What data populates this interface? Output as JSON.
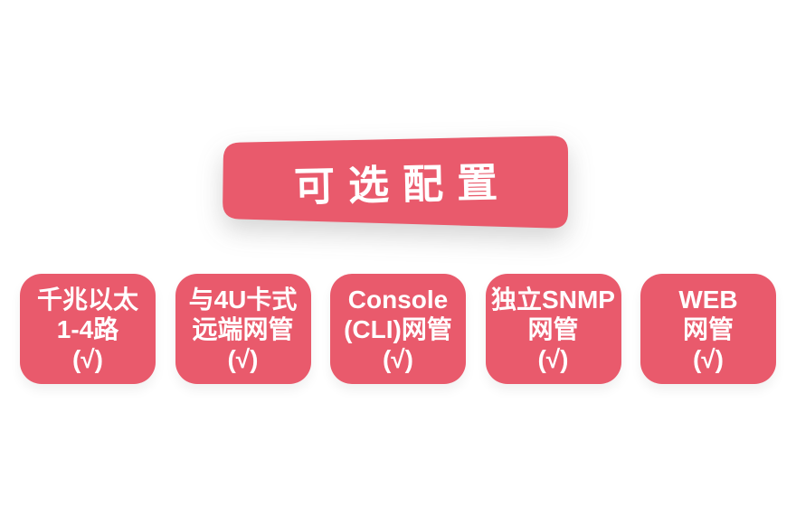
{
  "colors": {
    "accent": "#E95A6C",
    "text-on-accent": "#FFFFFF",
    "background": "#FFFFFF"
  },
  "banner": {
    "title": "可选配置"
  },
  "cards": [
    {
      "name": "gigabit-ethernet",
      "lines": [
        "千兆以太",
        "1-4路",
        "(√)"
      ]
    },
    {
      "name": "4u-card-remote-nms",
      "lines": [
        "与4U卡式",
        "远端网管",
        "(√)"
      ]
    },
    {
      "name": "console-cli-nms",
      "lines": [
        "Console",
        "(CLI)网管",
        "(√)"
      ]
    },
    {
      "name": "standalone-snmp-nms",
      "lines": [
        "独立SNMP",
        "网管",
        "(√)"
      ]
    },
    {
      "name": "web-nms",
      "lines": [
        "WEB",
        "网管",
        "(√)"
      ]
    }
  ]
}
